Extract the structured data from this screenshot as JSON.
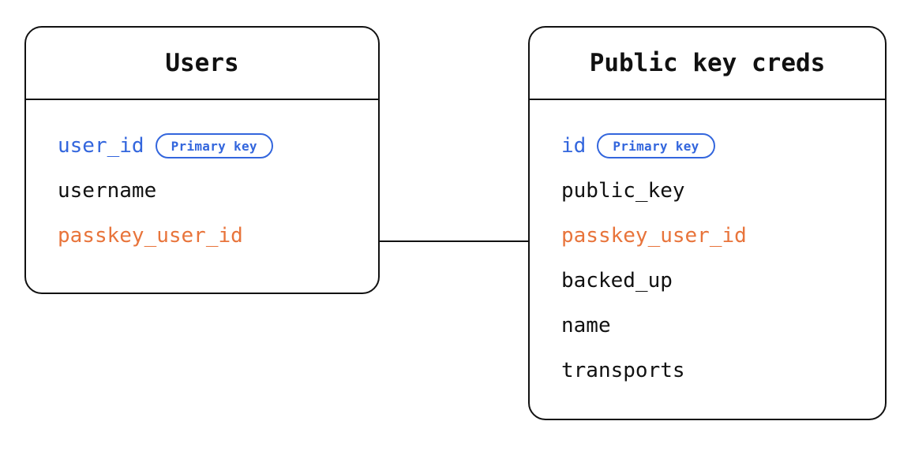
{
  "diagram": {
    "type": "entity-relationship-diagram",
    "background_color": "#ffffff",
    "colors": {
      "border": "#111111",
      "text": "#111111",
      "primary_key": "#3366dd",
      "foreign_key": "#e8743b",
      "badge_border": "#3366dd",
      "connector": "#111111"
    },
    "entities": [
      {
        "id": "users",
        "title": "Users",
        "fields": [
          {
            "name": "user_id",
            "color_role": "primary_key",
            "badge": "Primary key"
          },
          {
            "name": "username",
            "color_role": "default",
            "badge": null
          },
          {
            "name": "passkey_user_id",
            "color_role": "foreign_key",
            "badge": null
          }
        ]
      },
      {
        "id": "public_key_creds",
        "title": "Public key creds",
        "fields": [
          {
            "name": "id",
            "color_role": "primary_key",
            "badge": "Primary key"
          },
          {
            "name": "public_key",
            "color_role": "default",
            "badge": null
          },
          {
            "name": "passkey_user_id",
            "color_role": "foreign_key",
            "badge": null
          },
          {
            "name": "backed_up",
            "color_role": "default",
            "badge": null
          },
          {
            "name": "name",
            "color_role": "default",
            "badge": null
          },
          {
            "name": "transports",
            "color_role": "default",
            "badge": null
          }
        ]
      }
    ],
    "relationships": [
      {
        "from_entity": "users",
        "from_field": "passkey_user_id",
        "to_entity": "public_key_creds",
        "to_field": "passkey_user_id",
        "style": "straight-line"
      }
    ]
  }
}
